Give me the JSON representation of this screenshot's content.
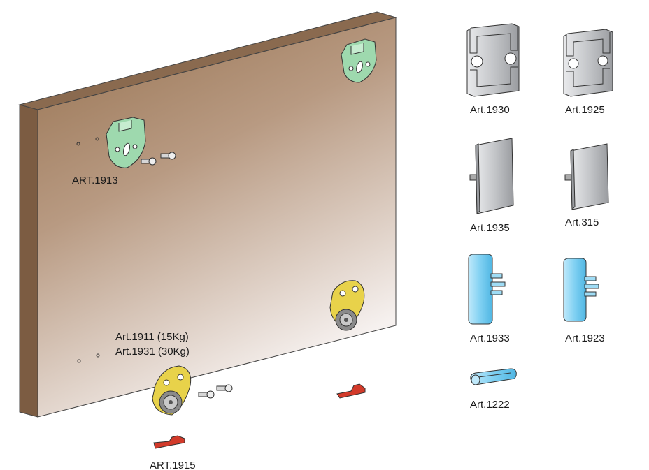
{
  "labels": {
    "art1913": "ART.1913",
    "art1911": "Art.1911 (15Kg)",
    "art1931": "Art.1931 (30Kg)",
    "art1915": "ART.1915",
    "art1930": "Art.1930",
    "art1925": "Art.1925",
    "art1935": "Art.1935",
    "art315": "Art.315",
    "art1933": "Art.1933",
    "art1923": "Art.1923",
    "art1222": "Art.1222"
  },
  "colors": {
    "panel_top": "#9b7658",
    "panel_bottom": "#f4eeec",
    "panel_edge": "#7c5c42",
    "clip_green": "#9ed9ae",
    "bracket_yellow": "#e8d24a",
    "wheel_grey": "#8a8a8a",
    "stopper_red": "#d23a2a",
    "profile_grey": "#c7c9cc",
    "cap_blue": "#7fd0f2"
  }
}
